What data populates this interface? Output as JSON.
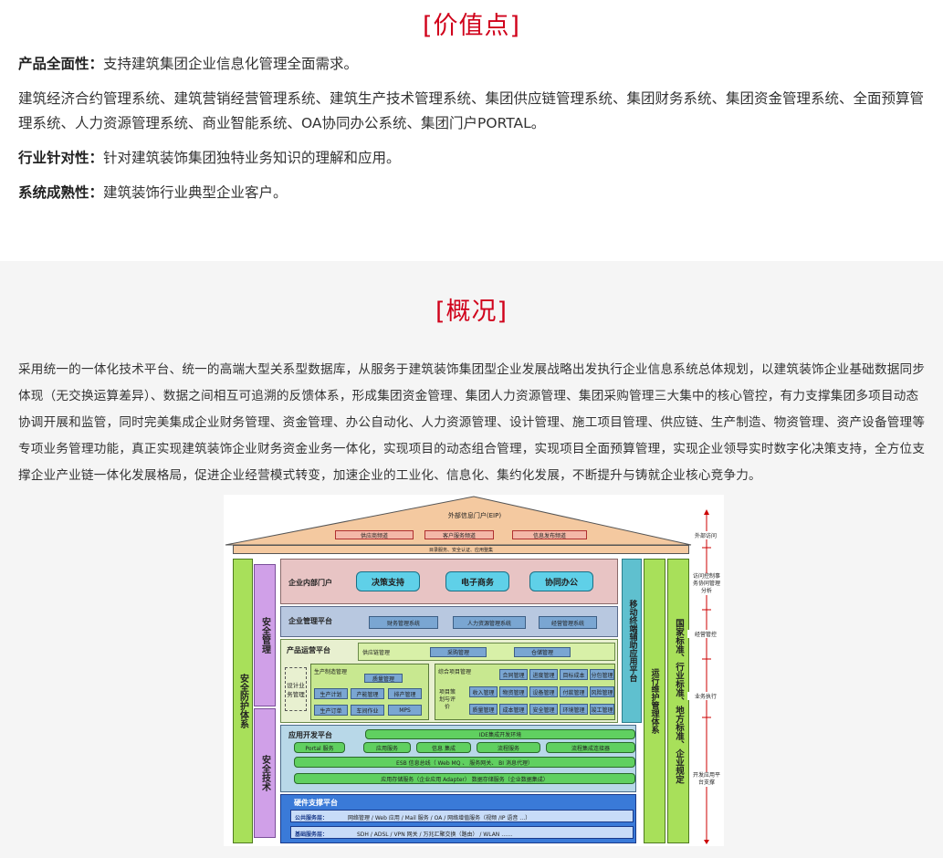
{
  "value": {
    "title": "[价值点]",
    "items": [
      {
        "label": "产品全面性：",
        "text": "支持建筑集团企业信息化管理全面需求。"
      },
      {
        "label": "",
        "text": "建筑经济合约管理系统、建筑营销经营管理系统、建筑生产技术管理系统、集团供应链管理系统、集团财务系统、集团资金管理系统、全面预算管理系统、人力资源管理系统、商业智能系统、OA协同办公系统、集团门户PORTAL。"
      },
      {
        "label": "行业针对性：",
        "text": "针对建筑装饰集团独特业务知识的理解和应用。"
      },
      {
        "label": "系统成熟性：",
        "text": "建筑装饰行业典型企业客户。"
      }
    ]
  },
  "overview": {
    "title": "[概况]",
    "text": "采用统一的一体化技术平台、统一的高端大型关系型数据库，从服务于建筑装饰集团型企业发展战略出发执行企业信息系统总体规划，以建筑装饰企业基础数据同步体现（无交换运算差异）、数据之间相互可追溯的反馈体系，形成集团资金管理、集团人力资源管理、集团采购管理三大集中的核心管控，有力支撑集团多项目动态协调开展和监管，同时完美集成企业财务管理、资金管理、办公自动化、人力资源管理、设计管理、施工项目管理、供应链、生产制造、物资管理、资产设备管理等专项业务管理功能，真正实现建筑装饰企业财务资金业务一体化，实现项目的动态组合管理，实现项目全面预算管理，实现企业领导实时数字化决策支持，全方位支撑企业产业链一体化发展格局，促进企业经营模式转变，加速企业的工业化、信息化、集约化发展，不断提升与铸就企业核心竞争力。"
  },
  "diagram": {
    "roof_title": "外部信息门户(EIP)",
    "roof_channels": [
      "供应商频道",
      "客户服务频道",
      "信息发布频道"
    ],
    "roof_strip": "目录服务、安全认证、应用整集",
    "left_outer": "安全防护体系",
    "left_inner_top": "安全管理",
    "left_inner_bottom": "安全技术",
    "portal": {
      "title": "企业内部门户",
      "buttons": [
        "决策支持",
        "电子商务",
        "协同办公"
      ]
    },
    "mgmt": {
      "title": "企业管理平台",
      "items": [
        "财务管理系统",
        "人力资源管理系统",
        "经营管理系统"
      ]
    },
    "ops": {
      "title": "产品运营平台",
      "supply_label": "供应链管理",
      "supply_items": [
        "采购管理",
        "仓储管理"
      ],
      "design": "设计业务管理",
      "mfg_title": "生产制造管理",
      "mfg_items": [
        "质量管理",
        "生产计划",
        "产能管理",
        "排产管理",
        "生产订单",
        "车间作业",
        "MPS"
      ],
      "proj_title": "综合项目管理",
      "proj_left": "项目策划与评价",
      "proj_items": [
        "合同管理",
        "进度管理",
        "目标成本",
        "分包管理",
        "收入管理",
        "物资管理",
        "设备管理",
        "付款管理",
        "风险管理",
        "质量管理",
        "成本管理",
        "安全管理",
        "环境管理",
        "竣工管理"
      ]
    },
    "dev": {
      "title": "应用开发平台",
      "ide": "IDE集成开发环境",
      "row2": [
        "Portal  服务",
        "应用服务",
        "信息   集成",
        "流程服务",
        "流程集成连接器"
      ],
      "esb": "ESB  信息总线（   Web MQ   、   服务网关、   BI  消息代理）",
      "storage": "应用存储服务（企业应用          Adapter）          数据存储服务（企业数据集成）"
    },
    "hw": {
      "title": "硬件支撑平台",
      "public_label": "公共服务层：",
      "public_text": "网络管理   / Web 应用   / Mail  服务    / OA /    网络增值服务（视频   /IP 语音 …）",
      "base_label": "基础服务层：",
      "base_text": "SDH / ADSL / VPN    网关   /  万兆汇聚交换（路由）       / WLAN  ……"
    },
    "mobile": "移动终端辅助应用平台",
    "ops_system": "运行维护管理体系",
    "standards": "国家标准、行业标准、地方标准、企业规定",
    "right_labels": [
      "外部访问",
      "访问控制事务协同管理分析",
      "经营管控",
      "业务执行",
      "开发应用平台支撑"
    ]
  }
}
